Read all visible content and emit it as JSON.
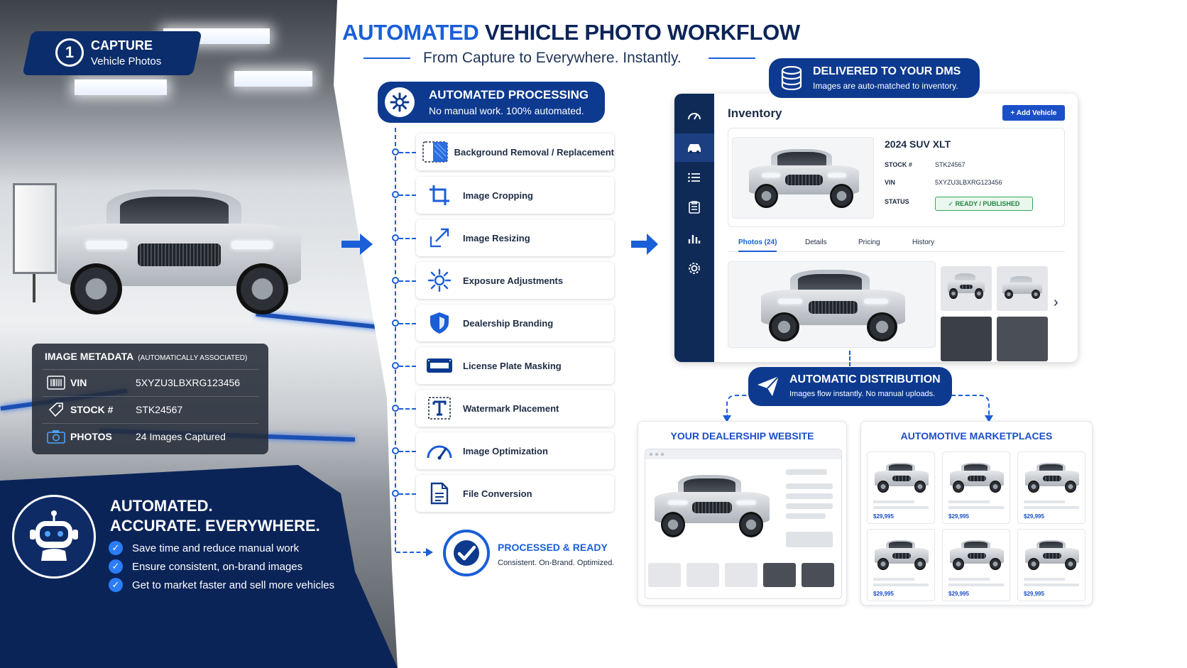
{
  "header": {
    "title_accent": "AUTOMATED",
    "title_rest": "VEHICLE PHOTO WORKFLOW",
    "subtitle": "From Capture to Everywhere. Instantly."
  },
  "capture": {
    "step_number": "1",
    "title": "CAPTURE",
    "subtitle": "Vehicle Photos"
  },
  "metadata": {
    "title": "IMAGE METADATA",
    "note": "(AUTOMATICALLY ASSOCIATED)",
    "rows": [
      {
        "icon": "barcode-icon",
        "label": "VIN",
        "value": "5XYZU3LBXRG123456"
      },
      {
        "icon": "tag-icon",
        "label": "STOCK #",
        "value": "STK24567"
      },
      {
        "icon": "camera-icon",
        "label": "PHOTOS",
        "value": "24 Images Captured"
      }
    ]
  },
  "tagline": {
    "line1": "AUTOMATED.",
    "line2": "ACCURATE. EVERYWHERE.",
    "benefits": [
      "Save time and reduce manual work",
      "Ensure consistent, on-brand images",
      "Get to market faster and sell more vehicles"
    ]
  },
  "processing": {
    "title": "AUTOMATED PROCESSING",
    "subtitle": "No manual work. 100% automated.",
    "steps": [
      {
        "icon": "background-removal-icon",
        "label": "Background Removal / Replacement"
      },
      {
        "icon": "crop-icon",
        "label": "Image Cropping"
      },
      {
        "icon": "resize-icon",
        "label": "Image Resizing"
      },
      {
        "icon": "sun-icon",
        "label": "Exposure Adjustments"
      },
      {
        "icon": "shield-icon",
        "label": "Dealership Branding"
      },
      {
        "icon": "license-plate-icon",
        "label": "License Plate Masking"
      },
      {
        "icon": "watermark-icon",
        "label": "Watermark Placement"
      },
      {
        "icon": "gauge-icon",
        "label": "Image Optimization"
      },
      {
        "icon": "file-icon",
        "label": "File Conversion"
      }
    ],
    "ready_title": "PROCESSED & READY",
    "ready_subtitle": "Consistent. On-Brand. Optimized."
  },
  "dms": {
    "title": "DELIVERED TO YOUR DMS",
    "subtitle": "Images are auto-matched to inventory.",
    "page_title": "Inventory",
    "add_button": "+ Add Vehicle",
    "vehicle": {
      "name": "2024 SUV XLT",
      "stock_label": "STOCK #",
      "stock_value": "STK24567",
      "vin_label": "VIN",
      "vin_value": "5XYZU3LBXRG123456",
      "status_label": "STATUS",
      "status_value": "✓ READY / PUBLISHED"
    },
    "tabs": [
      "Photos (24)",
      "Details",
      "Pricing",
      "History"
    ]
  },
  "distribution": {
    "title": "AUTOMATIC DISTRIBUTION",
    "subtitle": "Images flow instantly. No manual uploads.",
    "website_title": "YOUR DEALERSHIP WEBSITE",
    "marketplaces_title": "AUTOMOTIVE MARKETPLACES",
    "prices": [
      "$29,995",
      "$29,995",
      "$29,995",
      "$29,995",
      "$29,995",
      "$29,995"
    ]
  },
  "colors": {
    "navy": "#0b2458",
    "accent_blue": "#1a5ed8",
    "success_green": "#23843f"
  }
}
